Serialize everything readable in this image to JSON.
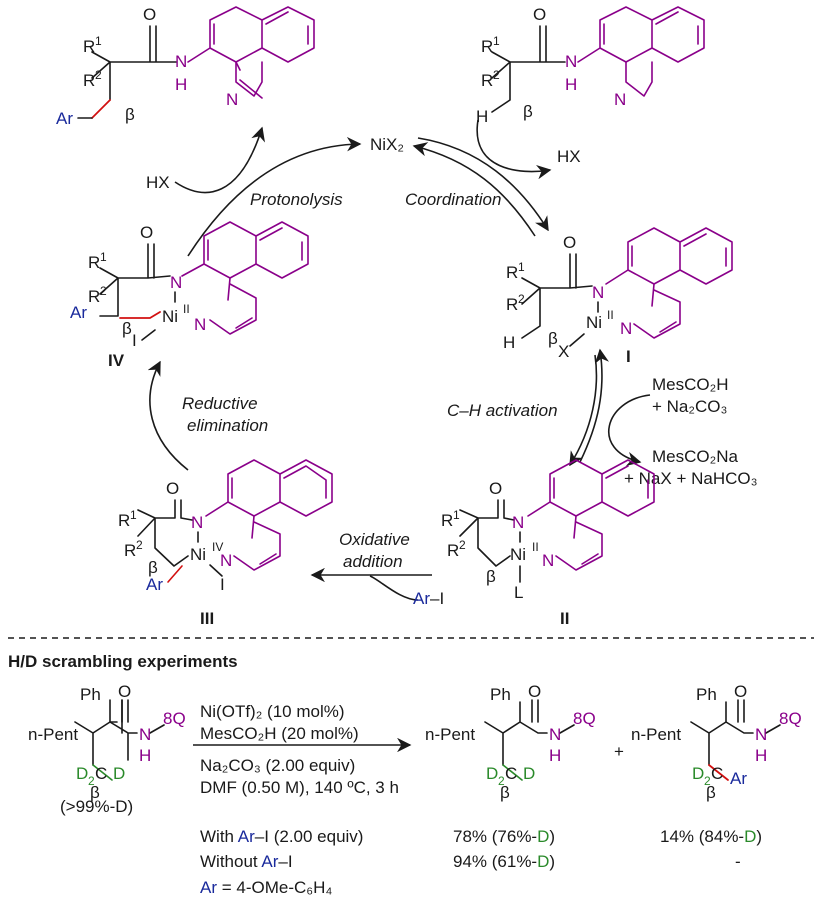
{
  "catalyst": "NiX₂",
  "steps": {
    "protonolysis": "Protonolysis",
    "coordination": "Coordination",
    "ch_activation": "C–H activation",
    "oxidative_addition": [
      "Oxidative",
      "addition"
    ],
    "reductive_elimination": [
      "Reductive",
      "elimination"
    ]
  },
  "reagents": {
    "hx_in": "HX",
    "hx_out": "HX",
    "base_in": [
      "MesCO₂H",
      "+ Na₂CO₃"
    ],
    "base_out": [
      "MesCO₂Na",
      "+ NaX + NaHCO₃"
    ],
    "aryl_iodide": "Ar–I"
  },
  "intermediates": {
    "I": "I",
    "II": "II",
    "III": "III",
    "IV": "IV",
    "ni_II": "II",
    "ni_IV": "IV"
  },
  "atoms": {
    "O": "O",
    "N": "N",
    "H": "H",
    "Ni": "Ni",
    "X": "X",
    "I": "I",
    "L": "L",
    "Ar": "Ar",
    "beta": "β",
    "R1": "R",
    "R2": "R",
    "one": "1",
    "two": "2"
  },
  "experiments": {
    "title": "H/D scrambling experiments",
    "substrate": {
      "ph": "Ph",
      "npent": "n-Pent",
      "q8": "8Q",
      "nh": "N",
      "h": "H",
      "o": "O",
      "cd2": "D₂C",
      "beta": "β",
      "d": "D",
      "purity": "(>99%-D)"
    },
    "conditions": [
      "Ni(OTf)₂ (10 mol%)",
      "MesCO₂H (20 mol%)",
      "Na₂CO₃ (2.00 equiv)",
      "DMF (0.50 M), 140 ºC, 3 h"
    ],
    "product_ar": "Ar",
    "plus": "+",
    "rows": [
      {
        "label": "With Ar–I (2.00 equiv)",
        "p1": "78% (76%-D)",
        "p2": "14% (84%-D)"
      },
      {
        "label": "Without Ar–I",
        "p1": "94% (61%-D)",
        "p2": "-"
      }
    ],
    "ar_def": "Ar = 4-OMe-C₆H₄"
  },
  "colors": {
    "quinoline": "#8a008a",
    "aryl": "#1a2a9c",
    "deuterium": "#2a8a2a",
    "new_bond": "#d21010"
  }
}
